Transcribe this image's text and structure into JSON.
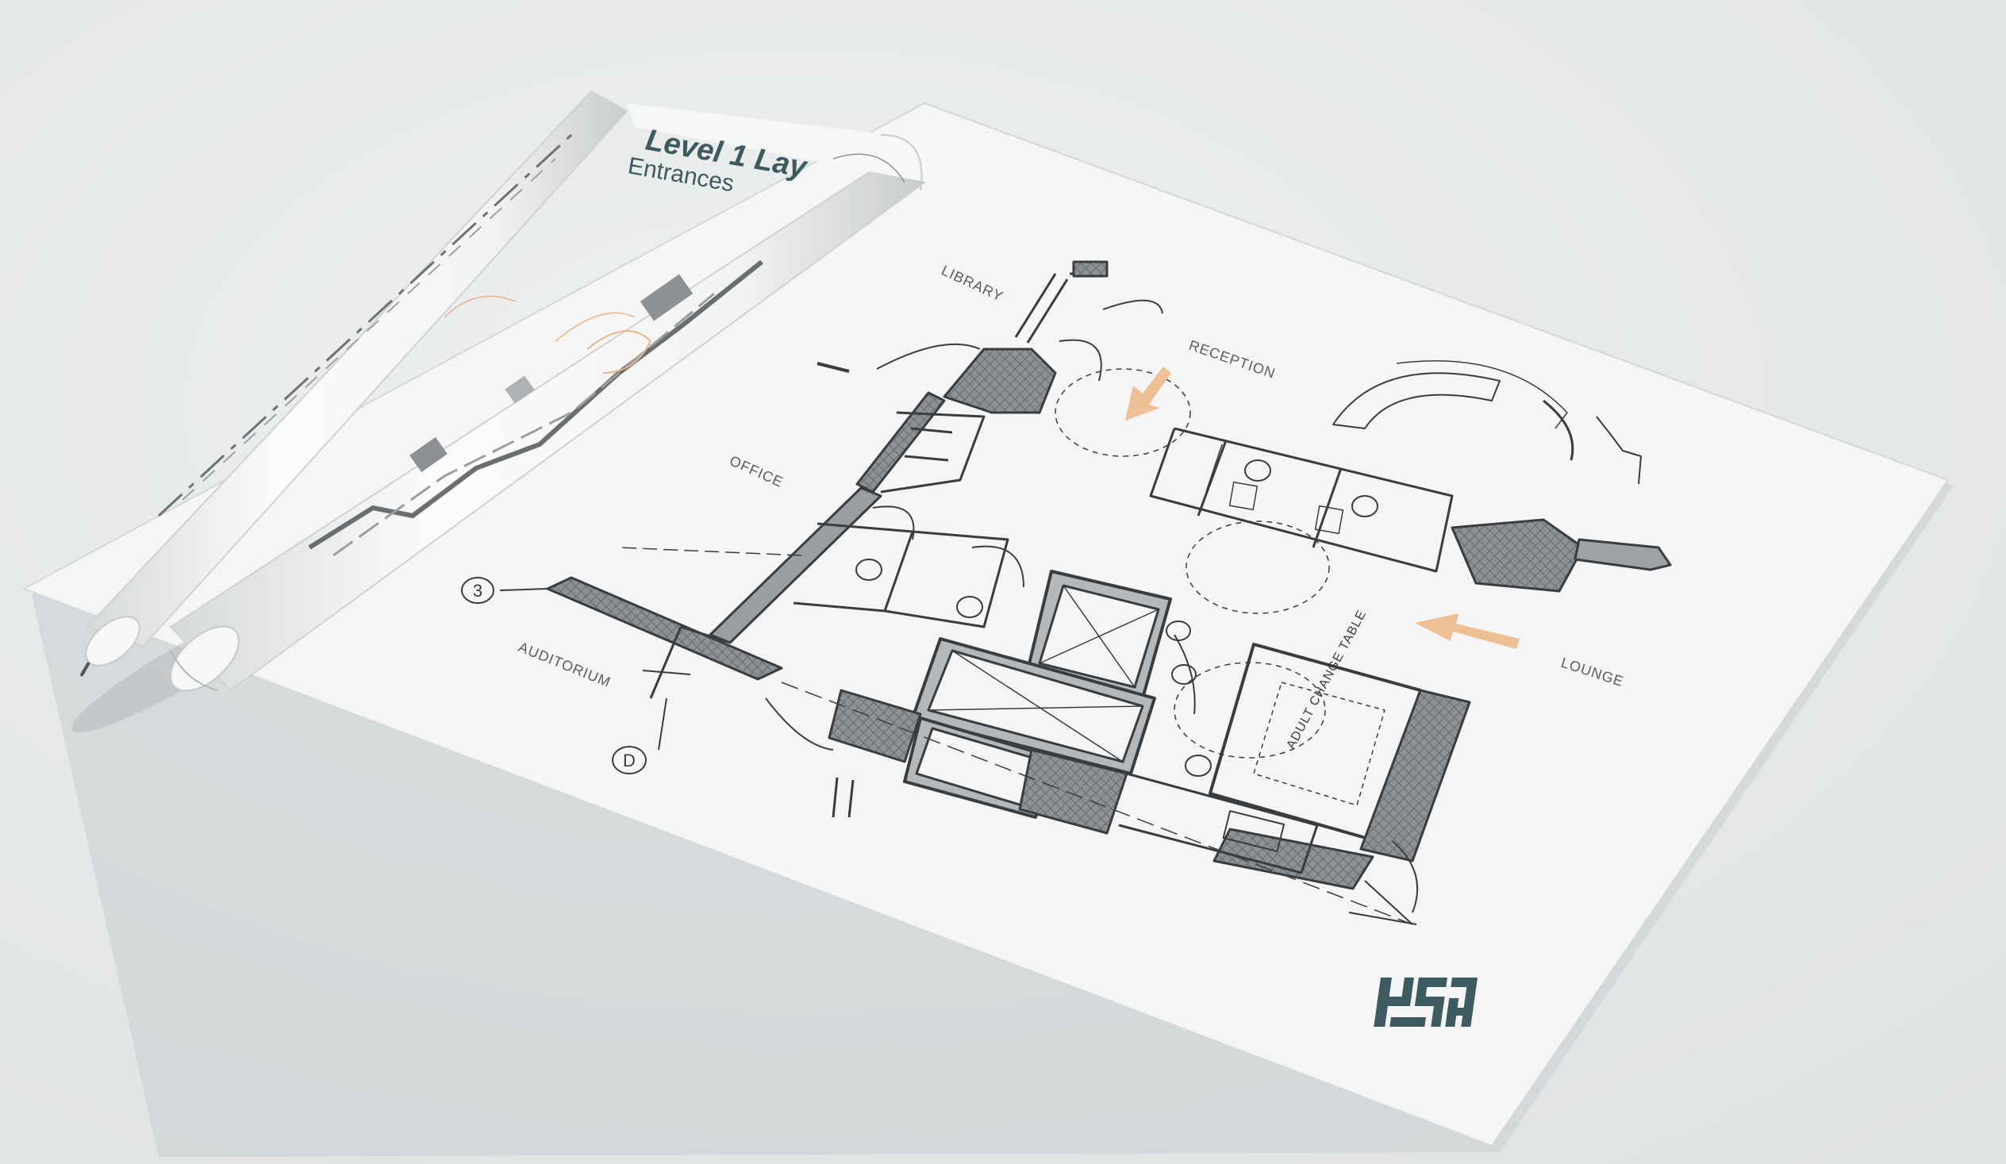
{
  "sheet": {
    "title": "Level 1 Lay",
    "subtitle": "Entrances"
  },
  "rooms": {
    "library": "LIBRARY",
    "reception": "RECEPTION",
    "office": "OFFICE",
    "lounge": "LOUNGE",
    "auditorium": "AUDITORIUM",
    "adult_change_table": "ADULT CHANGE TABLE"
  },
  "grid_markers": {
    "row": "3",
    "column": "D"
  },
  "logo": {
    "lettering": "KSA",
    "color": "#3d5a60"
  },
  "colors": {
    "background": "#e6e9ea",
    "paper": "#f4f5f4",
    "wall_hatch": "#8b8f93",
    "line": "#3a3d40",
    "arrow": "#efbf95",
    "title": "#3d5a60"
  },
  "icons": [
    "entrance-arrow-icon",
    "toilet-icon",
    "door-swing-icon",
    "elevator-shaft-icon"
  ]
}
